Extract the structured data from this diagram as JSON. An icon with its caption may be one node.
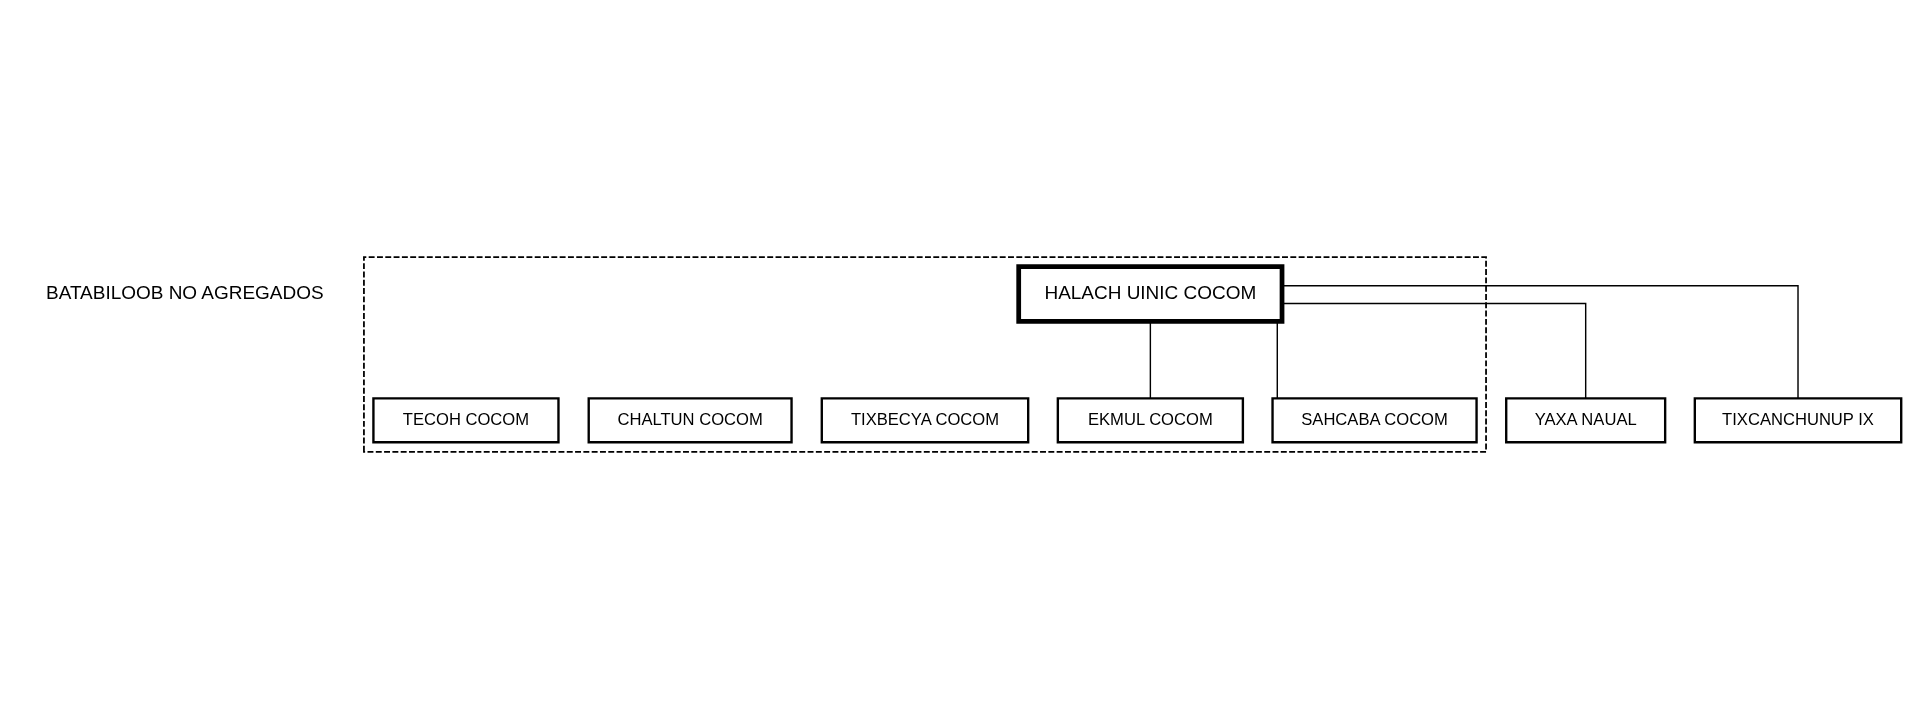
{
  "diagram": {
    "nodes": [
      {
        "text": [],
        "shape": "box"
      },
      {
        "text": [
          "HALACH UINIC COCOM"
        ],
        "in": 0
      },
      {
        "text": [
          "TECOH COCOM"
        ],
        "in": 0
      },
      {
        "text": [
          "CHALTUN COCOM"
        ],
        "in": 0
      },
      {
        "text": [
          "TIXBECYA COCOM"
        ],
        "in": 0
      },
      {
        "text": [
          "EKMUL COCOM"
        ],
        "in": 0
      },
      {
        "text": [
          "YAXA NAUAL"
        ]
      },
      {
        "text": [
          "TIXCANCHUNUP IX"
        ]
      },
      {
        "text": [
          "SAHCABA COCOM"
        ],
        "in": 0
      }
    ],
    "edges": [
      {
        "from": 1,
        "to": 5,
        "arrow": "none"
      },
      {
        "from": 1,
        "to": 6,
        "arrow": "none"
      },
      {
        "from": 1,
        "to": 7,
        "arrow": "none"
      },
      {
        "from": 1,
        "to": 8,
        "arrow": "none"
      }
    ],
    "labels": [
      "BATABILOOB NO AGREGADOS"
    ]
  }
}
